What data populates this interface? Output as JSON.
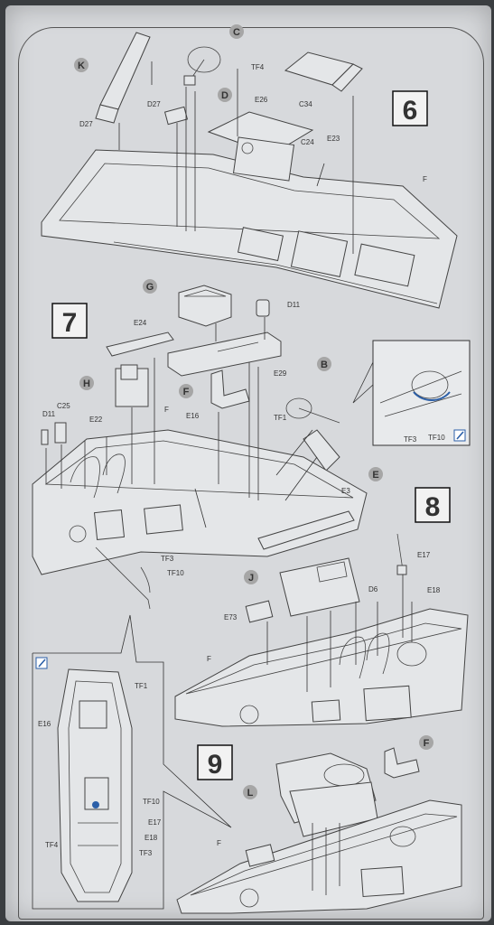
{
  "steps": [
    "6",
    "7",
    "8",
    "9"
  ],
  "callouts": [
    "C",
    "K",
    "D",
    "G",
    "H",
    "F",
    "B",
    "E",
    "J",
    "L",
    "F"
  ],
  "part_labels": {
    "s6": [
      "TF4",
      "C34",
      "D27",
      "E26",
      "D27",
      "C24",
      "E23",
      "F"
    ],
    "s7": [
      "D11",
      "E24",
      "E29",
      "D11",
      "C25",
      "E22",
      "E16",
      "F",
      "TF1",
      "E3",
      "TF3",
      "TF10"
    ],
    "s7_inset": [
      "TF3",
      "TF10"
    ],
    "s8": [
      "E17",
      "E18",
      "D6",
      "E73",
      "F"
    ],
    "s8_inset": [
      "TF1",
      "E16",
      "TF10",
      "E17",
      "E18",
      "TF4",
      "TF3"
    ],
    "s9": [
      "F"
    ]
  },
  "colors": {
    "callout": "#a6a6a6",
    "paper": "#d7d9dc",
    "line": "#444444"
  },
  "icons": [
    "pencil-icon",
    "pencil-icon"
  ]
}
